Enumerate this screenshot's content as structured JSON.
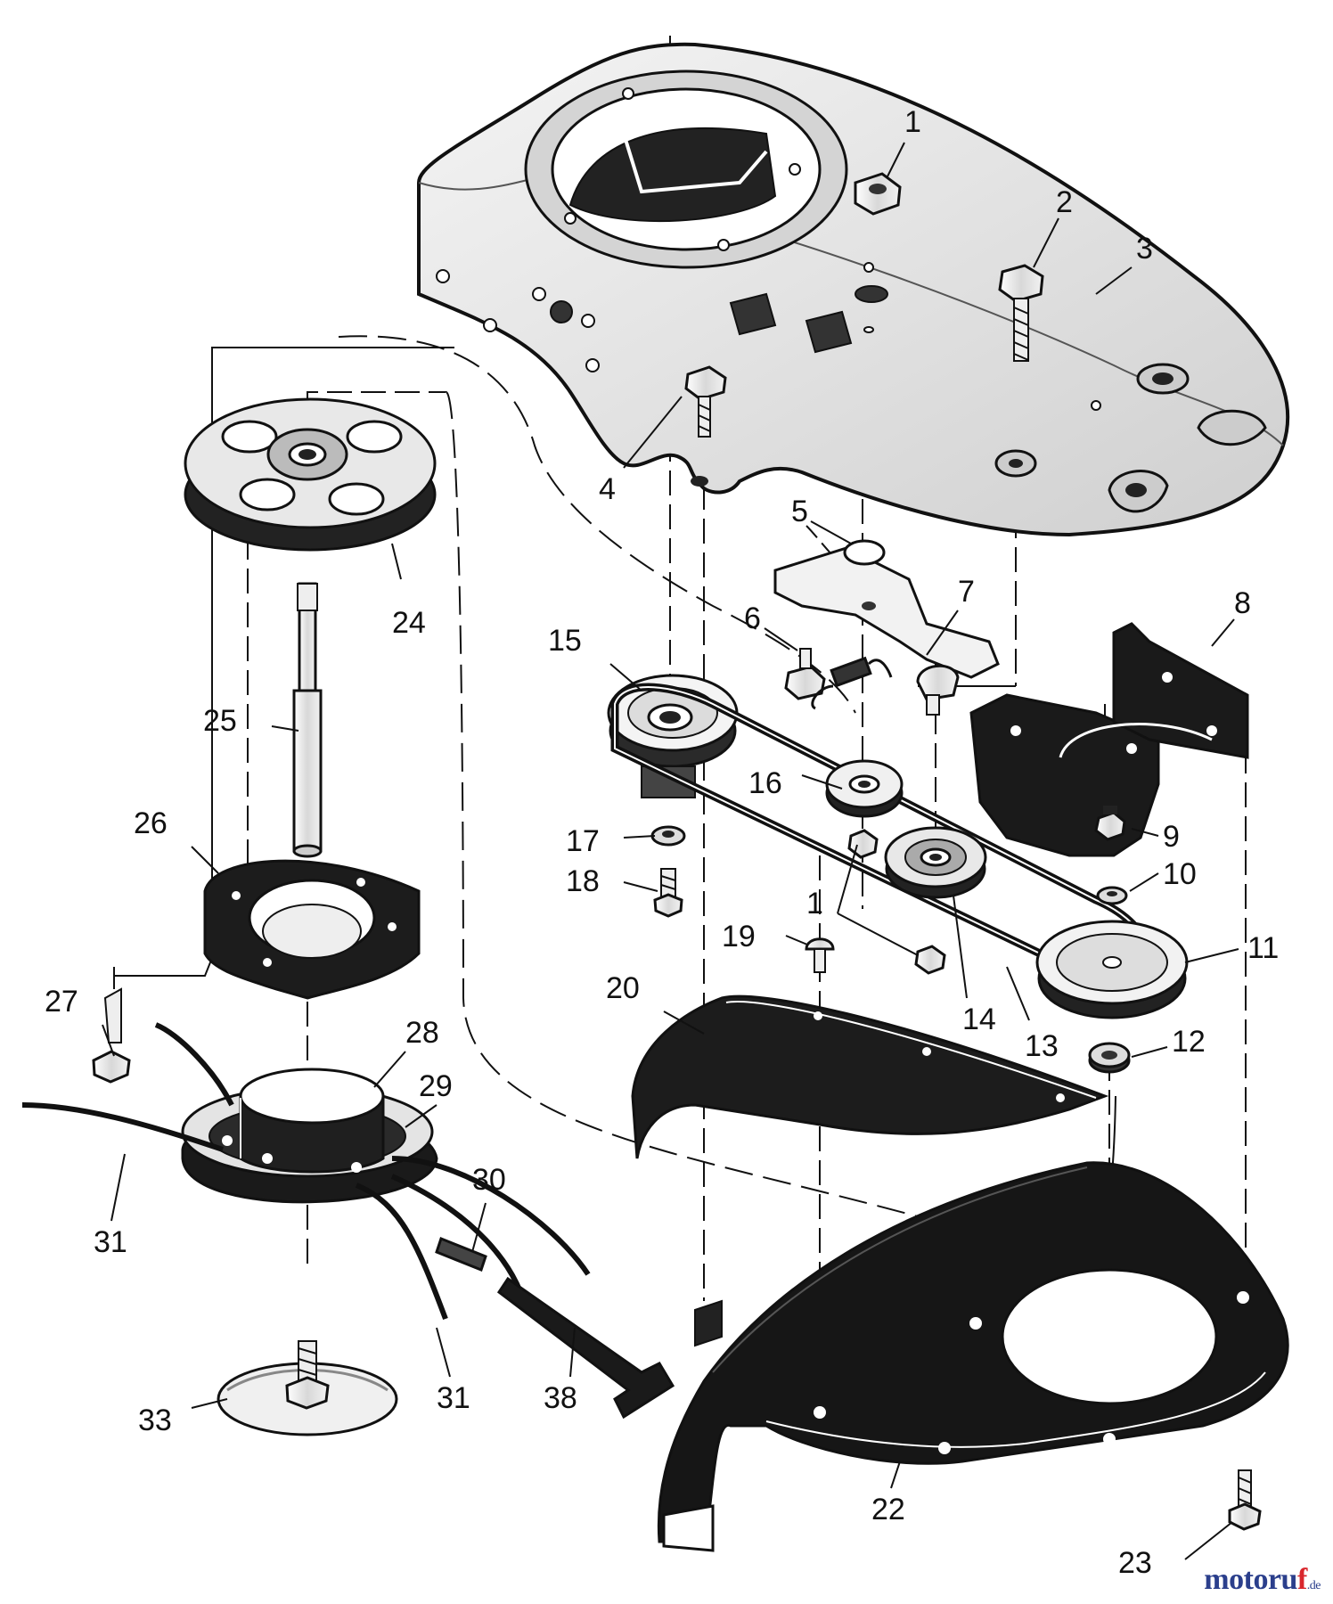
{
  "watermark": {
    "brand_main": "motoru",
    "brand_accent": "f",
    "brand_tld": ".de"
  },
  "colors": {
    "ink": "#111111",
    "dark_part": "#1c1c1c",
    "light_part": "#e6e6e6",
    "brand_blue": "#2b3f8c",
    "brand_red": "#d9262c"
  },
  "callouts": [
    {
      "id": "c1a",
      "label": "1"
    },
    {
      "id": "c2",
      "label": "2"
    },
    {
      "id": "c3",
      "label": "3"
    },
    {
      "id": "c4",
      "label": "4"
    },
    {
      "id": "c5",
      "label": "5"
    },
    {
      "id": "c6",
      "label": "6"
    },
    {
      "id": "c7",
      "label": "7"
    },
    {
      "id": "c8",
      "label": "8"
    },
    {
      "id": "c9",
      "label": "9"
    },
    {
      "id": "c10",
      "label": "10"
    },
    {
      "id": "c1b",
      "label": "1"
    },
    {
      "id": "c11",
      "label": "11"
    },
    {
      "id": "c12",
      "label": "12"
    },
    {
      "id": "c13",
      "label": "13"
    },
    {
      "id": "c14",
      "label": "14"
    },
    {
      "id": "c15",
      "label": "15"
    },
    {
      "id": "c16",
      "label": "16"
    },
    {
      "id": "c17",
      "label": "17"
    },
    {
      "id": "c18",
      "label": "18"
    },
    {
      "id": "c19",
      "label": "19"
    },
    {
      "id": "c20",
      "label": "20"
    },
    {
      "id": "c22",
      "label": "22"
    },
    {
      "id": "c23",
      "label": "23"
    },
    {
      "id": "c24",
      "label": "24"
    },
    {
      "id": "c25",
      "label": "25"
    },
    {
      "id": "c26",
      "label": "26"
    },
    {
      "id": "c27",
      "label": "27"
    },
    {
      "id": "c28",
      "label": "28"
    },
    {
      "id": "c29",
      "label": "29"
    },
    {
      "id": "c30",
      "label": "30"
    },
    {
      "id": "c31a",
      "label": "31"
    },
    {
      "id": "c31b",
      "label": "31"
    },
    {
      "id": "c33",
      "label": "33"
    },
    {
      "id": "c38",
      "label": "38"
    }
  ]
}
